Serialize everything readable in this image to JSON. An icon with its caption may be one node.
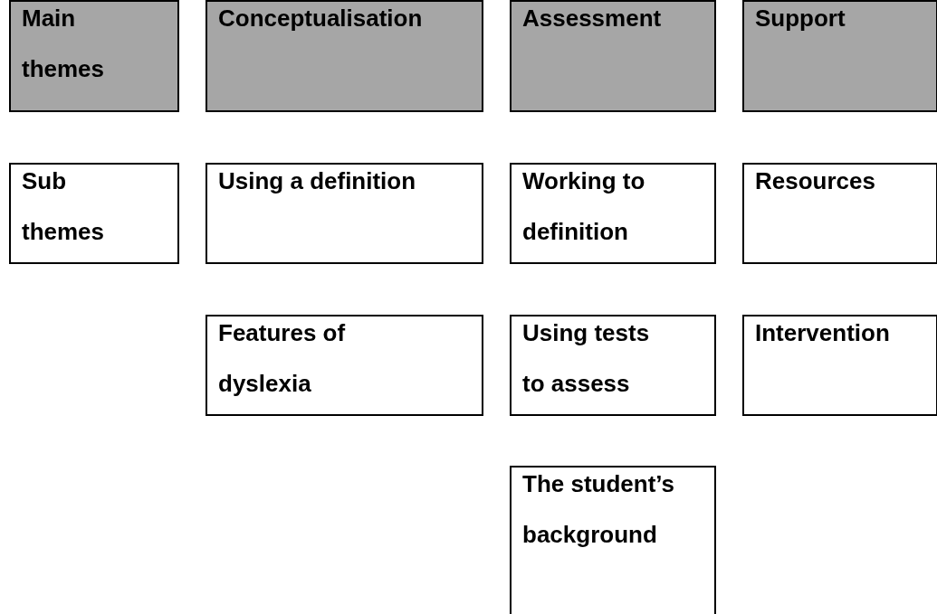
{
  "diagram": {
    "nodes": [
      {
        "text": [
          "Main themes"
        ]
      },
      {
        "text": [
          "Conceptualisation"
        ]
      },
      {
        "text": [
          "Assessment"
        ]
      },
      {
        "text": [
          "Support"
        ]
      },
      {
        "text": [
          "Sub themes"
        ]
      },
      {
        "text": [
          "Using a definition"
        ]
      },
      {
        "text": [
          "Working to definition"
        ]
      },
      {
        "text": [
          "Resources"
        ]
      },
      {
        "text": [
          "Features of dyslexia"
        ]
      },
      {
        "text": [
          "Using tests to assess"
        ]
      },
      {
        "text": [
          "Intervention"
        ]
      },
      {
        "text": [
          "The student’s background"
        ]
      }
    ]
  }
}
